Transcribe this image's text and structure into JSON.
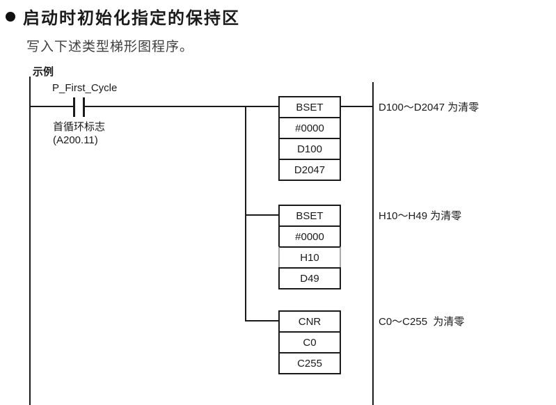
{
  "page": {
    "bullet": "",
    "title": "启动时初始化指定的保持区",
    "subtitle": "写入下述类型梯形图程序。",
    "example_label": "示例"
  },
  "ladder": {
    "contact": {
      "label": "P_First_Cycle",
      "description": "首循环标志",
      "address": "(A200.11)"
    },
    "blocks": [
      {
        "rows": [
          "BSET",
          "#0000",
          "D100",
          "D2047"
        ],
        "comment": "D100～D2047 为清零"
      },
      {
        "rows": [
          "BSET",
          "#0000",
          "H10",
          "D49"
        ],
        "comment": "H10～H49 为清零"
      },
      {
        "rows": [
          "CNR",
          "C0",
          "C255"
        ],
        "comment": "C0～C255  为清零"
      }
    ]
  },
  "colors": {
    "line": "#1a1a1a",
    "gray_cell_border": "#a8a8a8",
    "background": "#ffffff"
  }
}
